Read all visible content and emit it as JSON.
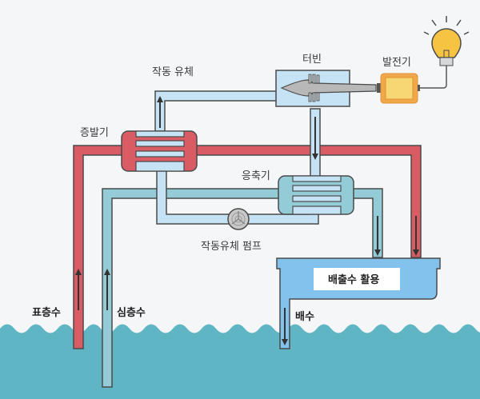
{
  "diagram": {
    "title": "해양 온도차 발전 (OTEC) 개념도",
    "labels": {
      "working_fluid": "작동 유체",
      "turbine": "터빈",
      "generator": "발전기",
      "evaporator": "증발기",
      "condenser": "응축기",
      "pump": "작동유체 펌프",
      "discharge_use": "배출수 활용",
      "drain": "배수",
      "surface_water": "표층수",
      "deep_water": "심층수"
    },
    "colors": {
      "background": "#f5f6f8",
      "warm_pipe": "#d95b63",
      "cold_pipe": "#93ccd6",
      "working_fluid": "#c6e3f5",
      "sea": "#5fb5c4",
      "discharge_tank": "#82c2ec",
      "generator": "#f0a94a",
      "generator_face": "#f7d774",
      "bulb": "#f6c343",
      "turbine_blade": "#b8b8b8",
      "outline": "#4a4a4a"
    }
  }
}
